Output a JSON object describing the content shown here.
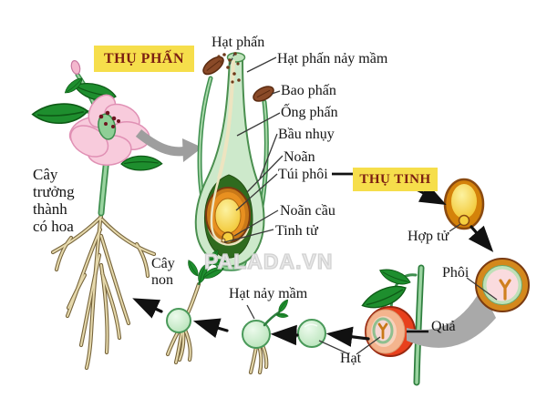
{
  "watermark": "PALADA.VN",
  "stages": {
    "pollination": "THỤ PHẤN",
    "fertilization": "THỤ TINH"
  },
  "labels": {
    "mature_plant_lines": [
      "Cây",
      "trưởng",
      "thành",
      "có hoa"
    ],
    "young_plant_lines": [
      "Cây",
      "non"
    ],
    "pollen": "Hạt phấn",
    "pollen_germinating": "Hạt phấn nảy mầm",
    "anther": "Bao phấn",
    "pollen_tube": "Ống phấn",
    "pistil_ovary": "Bầu nhụy",
    "ovule": "Noãn",
    "embryo_sac": "Túi phôi",
    "egg_cell": "Noãn cầu",
    "sperm_cell": "Tinh tử",
    "zygote": "Hợp tử",
    "embryo": "Phôi",
    "fruit": "Quả",
    "seed": "Hạt",
    "germinating_seed": "Hạt nảy mầm"
  },
  "colors": {
    "badge_bg": "#F6DE4B",
    "badge_text": "#7B1E12",
    "leaf_green": "#1E8E2E",
    "stem_green": "#9AD4A0",
    "pistil_light": "#CDE9CB",
    "ovary_dark": "#2F6B1F",
    "ovule_orange": "#E0891C",
    "embryo_sac_yellow": "#F7D84A",
    "anther_brown": "#8A4A28",
    "flower_pink": "#F8CBDC",
    "fruit_red": "#E8401C",
    "seed_green": "#CFECCD",
    "root_tan": "#E6D9AC",
    "arrow_black": "#111111",
    "arrow_gray": "#9E9E9E"
  }
}
